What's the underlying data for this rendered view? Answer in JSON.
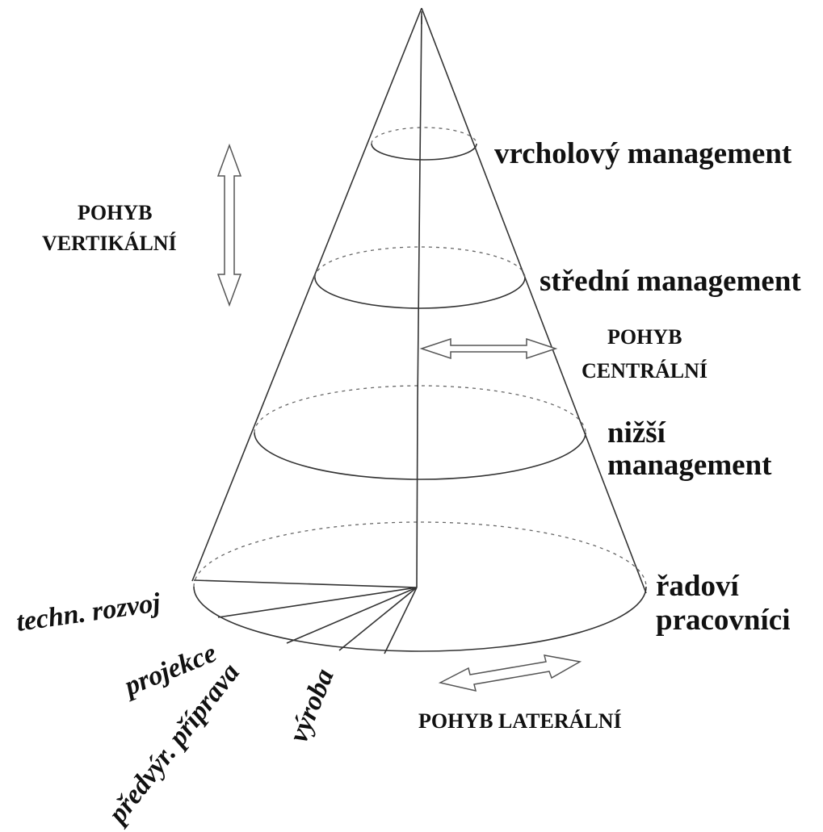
{
  "levels": {
    "top": "vrcholový management",
    "middle": "střední management",
    "lower_1": "nižší",
    "lower_2": "management",
    "workers_1": "řadoví",
    "workers_2": "pracovníci"
  },
  "movements": {
    "vertical_1": "POHYB",
    "vertical_2": "VERTIKÁLNÍ",
    "central_1": "POHYB",
    "central_2": "CENTRÁLNÍ",
    "lateral": "POHYB LATERÁLNÍ"
  },
  "departments": {
    "tech": "techn. rozvoj",
    "projection": "projekce",
    "preparation": "předvýr. příprava",
    "production": "výroba"
  },
  "colors": {
    "line": "#333333",
    "text": "#111111",
    "background": "#ffffff"
  }
}
